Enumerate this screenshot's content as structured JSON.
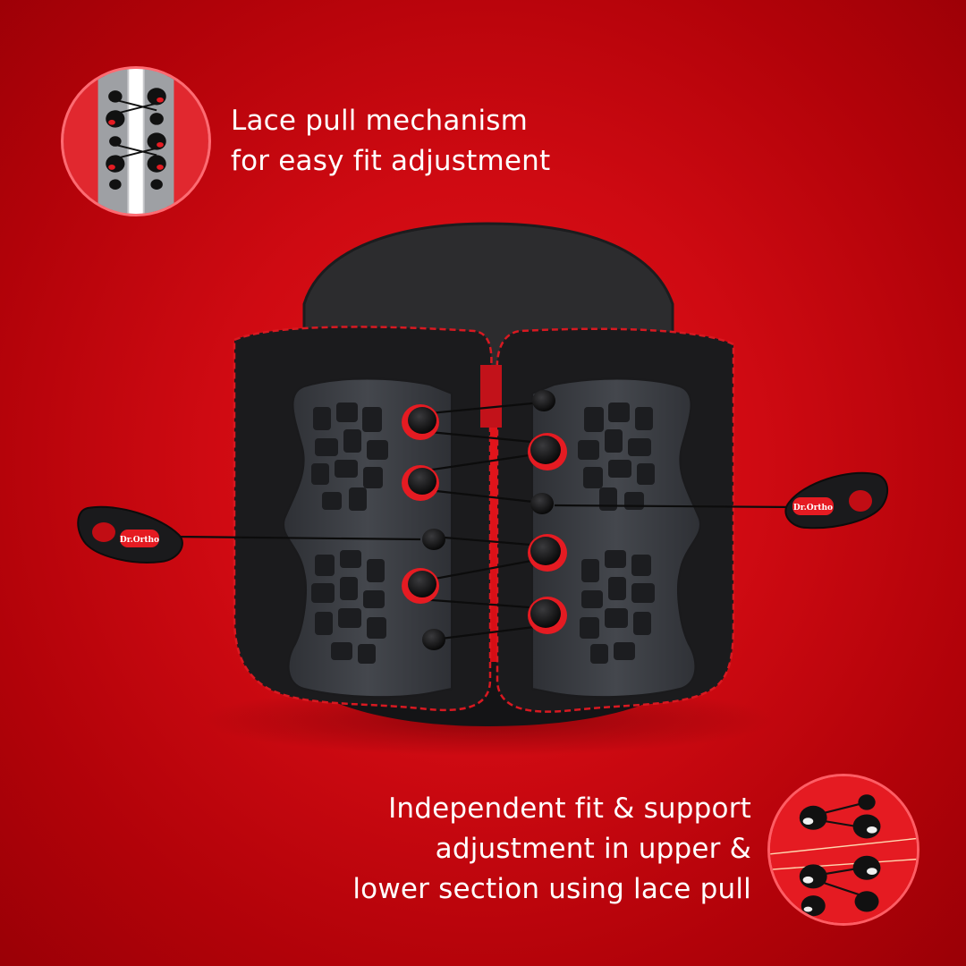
{
  "features": [
    {
      "lines": [
        "Lace pull mechanism",
        "for easy fit adjustment"
      ]
    },
    {
      "lines": [
        "Independent fit & support",
        "adjustment in upper &",
        "lower section using lace pull"
      ]
    }
  ],
  "brand": {
    "name": "Dr.Ortho"
  },
  "colors": {
    "background": "#d10b12",
    "accent": "#e51b22",
    "brace": "#1b1b1d",
    "panel": "#3b3d42"
  },
  "icons": [
    "lace-pull-closeup-icon",
    "lace-section-closeup-icon",
    "pull-tab-icon"
  ]
}
